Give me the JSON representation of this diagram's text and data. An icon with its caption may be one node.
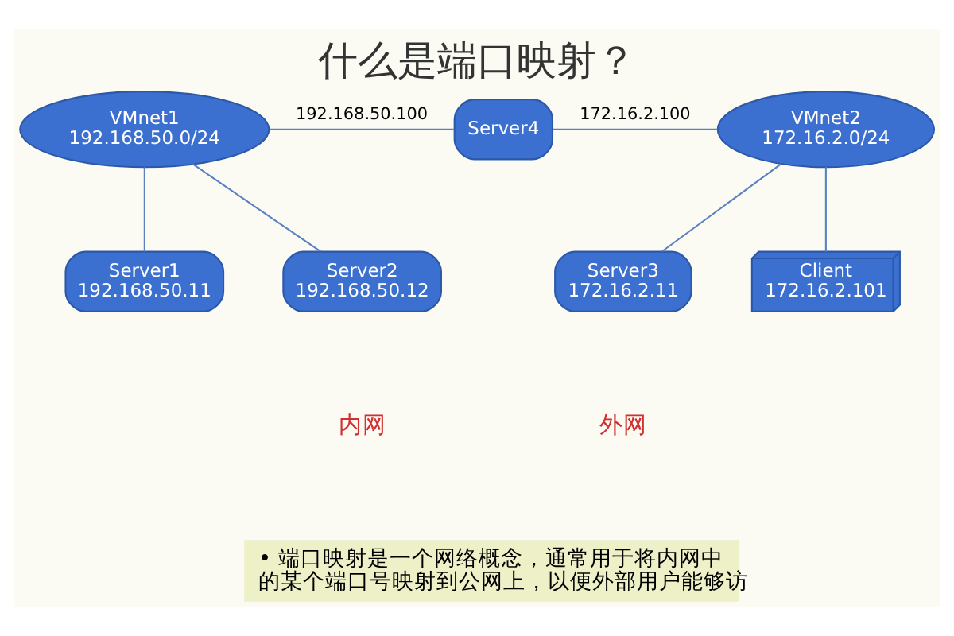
{
  "diagram": {
    "title": "什么是端口映射？",
    "nodes": [
      {
        "text": [
          "VMnet1",
          "192.168.50.0/24"
        ]
      },
      {
        "text": [
          "Server4"
        ]
      },
      {
        "text": [
          "VMnet2",
          "172.16.2.0/24"
        ]
      },
      {
        "text": [
          "Server1",
          "192.168.50.11"
        ]
      },
      {
        "text": [
          "Server2",
          "192.168.50.12"
        ]
      },
      {
        "text": [
          "Server3",
          "172.16.2.11"
        ]
      },
      {
        "text": [
          "Client",
          "172.16.2.101"
        ]
      }
    ],
    "edges": [
      {
        "from": 0,
        "to": 1,
        "arrow": "none",
        "label": "192.168.50.100"
      },
      {
        "from": 1,
        "to": 2,
        "arrow": "none",
        "label": "172.16.2.100"
      },
      {
        "from": 0,
        "to": 3,
        "arrow": "none"
      },
      {
        "from": 0,
        "to": 4,
        "arrow": "none"
      },
      {
        "from": 2,
        "to": 5,
        "arrow": "none"
      },
      {
        "from": 2,
        "to": 6,
        "arrow": "none"
      }
    ],
    "labels": [
      "内网",
      "外网",
      "• 端口映射是一个网络概念，通常用于将内网中的某个端口号映射到公网上，以便外部用户能够访"
    ]
  }
}
